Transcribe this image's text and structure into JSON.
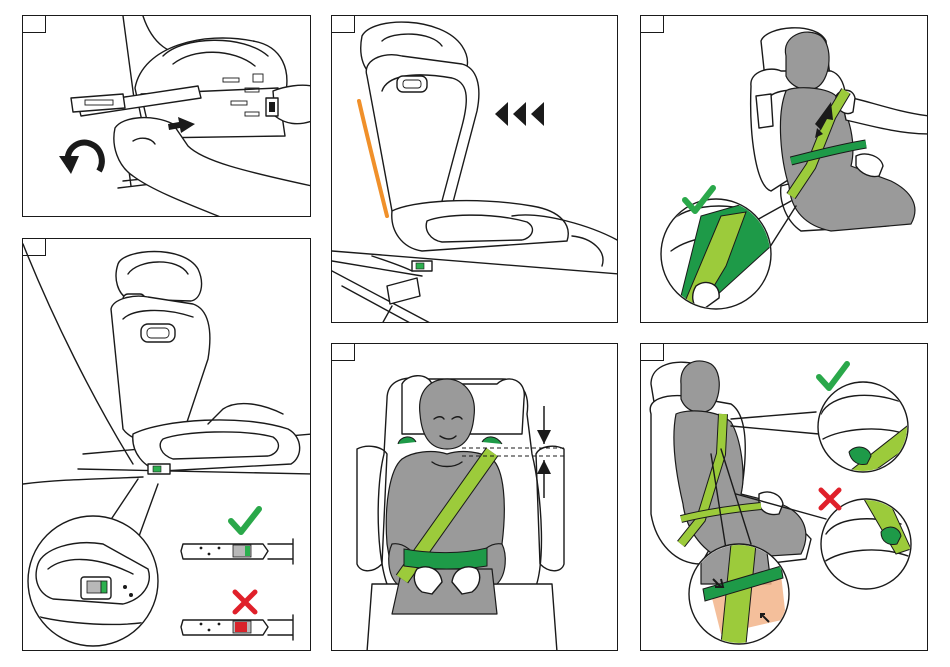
{
  "colors": {
    "belt_green": "#9ccb3b",
    "belt_dark_green": "#1e9a48",
    "check_green": "#2aa84a",
    "cross_red": "#e0202a",
    "indicator_red": "#d8232a",
    "indicator_green": "#2db04f",
    "orange": "#f0902a",
    "child_grey": "#9a9a9a",
    "line": "#1a1a1a",
    "peach": "#f2b489"
  },
  "steps": [
    {
      "id": "step-1",
      "label": ""
    },
    {
      "id": "step-2",
      "label": ""
    },
    {
      "id": "step-3",
      "label": ""
    },
    {
      "id": "step-4",
      "label": ""
    },
    {
      "id": "step-5",
      "label": ""
    },
    {
      "id": "step-6",
      "label": ""
    }
  ],
  "icons": [
    "rotate-arrow-icon",
    "push-arrow-icon",
    "triple-chevron-left-icon",
    "checkmark-icon",
    "cross-icon",
    "up-arrow-icon",
    "height-gap-icon"
  ]
}
